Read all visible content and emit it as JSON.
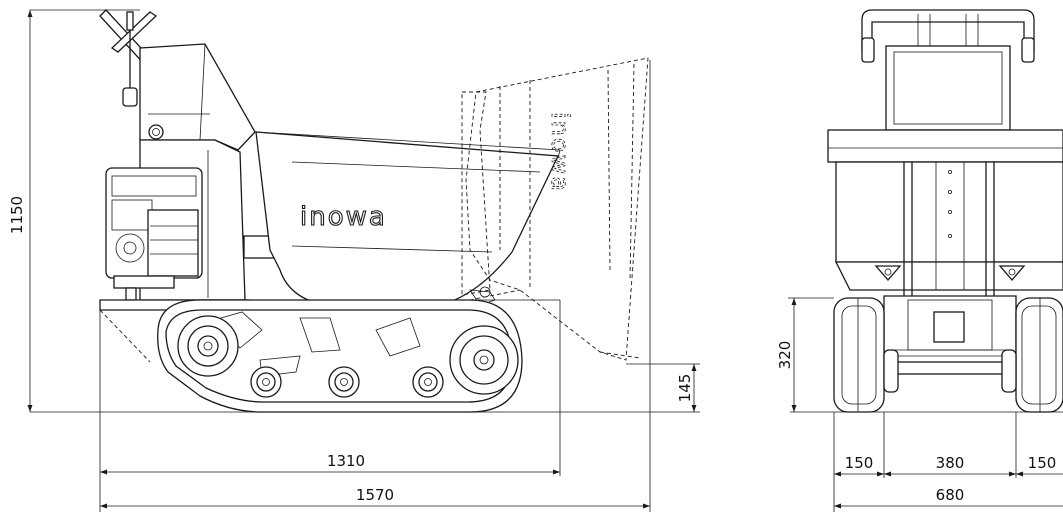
{
  "side_view": {
    "brand_label": "inowa",
    "dimensions": {
      "height": "1150",
      "track_length": "1310",
      "overall_length": "1570",
      "ground_clearance": "145"
    }
  },
  "front_view": {
    "dimensions": {
      "track_height": "320",
      "left_track_width": "150",
      "track_gap": "380",
      "right_track_width": "150",
      "overall_width": "680"
    }
  }
}
